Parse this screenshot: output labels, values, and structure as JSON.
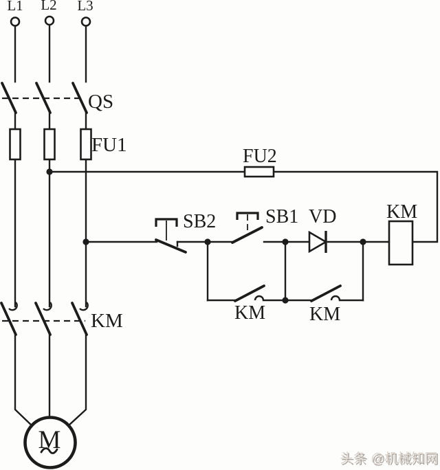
{
  "diagram": {
    "phase_labels": {
      "l1": "L1",
      "l2": "L2",
      "l3": "L3"
    },
    "component_labels": {
      "disconnect_switch": "QS",
      "main_fuse": "FU1",
      "control_fuse": "FU2",
      "stop_button": "SB2",
      "start_button": "SB1",
      "diode": "VD",
      "contactor_coil": "KM",
      "self_latch_contact": "KM",
      "aux_contact": "KM",
      "main_contacts": "KM",
      "motor": "M"
    },
    "colors": {
      "line": "#1c1c1c",
      "background": "#fdfdfb",
      "watermark_text": "#d9d2cb",
      "watermark_shadow": "#a8a09a"
    }
  },
  "watermark": {
    "text": "头条 @机械知网"
  }
}
